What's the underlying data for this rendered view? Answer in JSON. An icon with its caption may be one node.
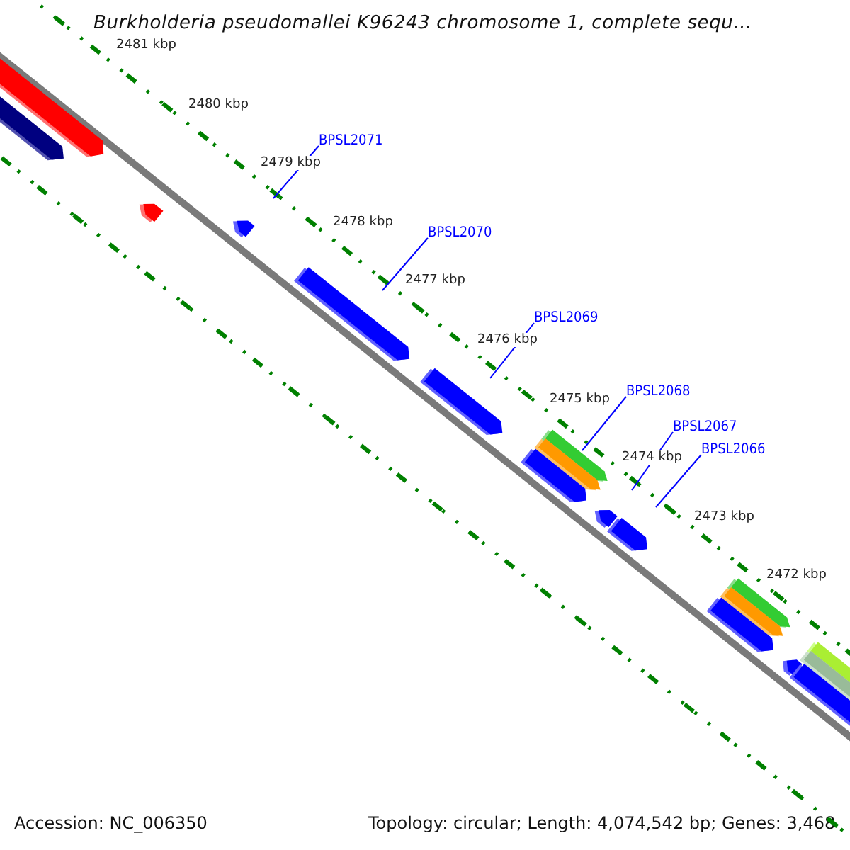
{
  "diagram": {
    "title": "Burkholderia pseudomallei K96243 chromosome 1, complete sequ...",
    "nodes": [
      {
        "text": [
          "BPSL2071"
        ]
      },
      {
        "text": [
          "BPSL2070"
        ]
      },
      {
        "text": [
          "BPSL2069"
        ]
      },
      {
        "text": [
          "BPSL2068"
        ]
      },
      {
        "text": [
          "BPSL2067"
        ]
      },
      {
        "text": [
          "BPSL2066"
        ]
      }
    ],
    "edges": [
      {
        "from": 0,
        "to": null,
        "arrow": "none"
      },
      {
        "from": 1,
        "to": null,
        "arrow": "none"
      },
      {
        "from": 2,
        "to": null,
        "arrow": "none"
      },
      {
        "from": 3,
        "to": null,
        "arrow": "none"
      },
      {
        "from": 4,
        "to": null,
        "arrow": "none"
      },
      {
        "from": 5,
        "to": null,
        "arrow": "none"
      }
    ],
    "labels": [
      "2481 kbp",
      "2480 kbp",
      "2479 kbp",
      "2478 kbp",
      "2477 kbp",
      "2476 kbp",
      "2475 kbp",
      "2474 kbp",
      "2473 kbp",
      "2472 kbp",
      "Accession: NC_006350",
      "Topology: circular; Length: 4,074,542 bp; Genes: 3,468"
    ]
  }
}
